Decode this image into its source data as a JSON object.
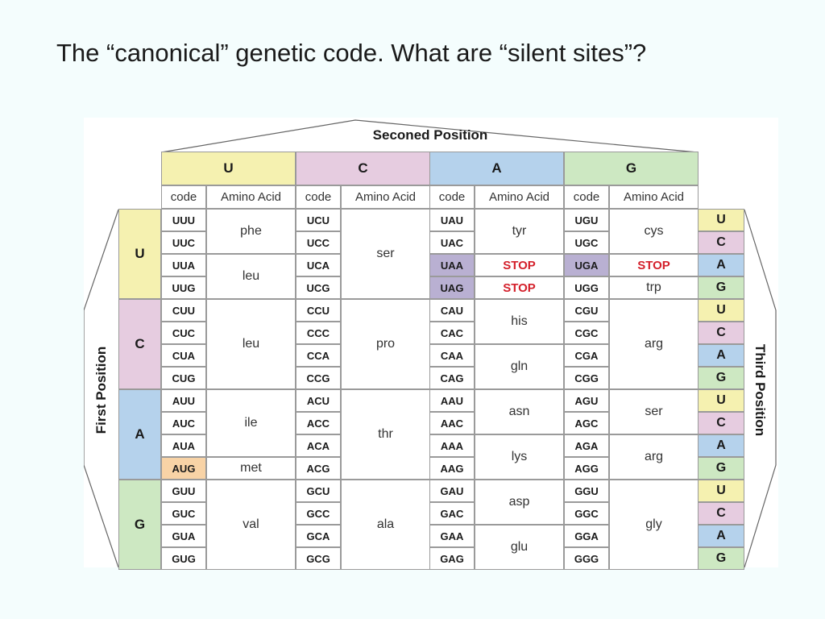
{
  "title": "The “canonical” genetic code. What are “silent sites”?",
  "labels": {
    "second_position": "Seconed Position",
    "first_position": "First Position",
    "third_position": "Third Position",
    "code_header": "code",
    "amino_header": "Amino Acid"
  },
  "bases": [
    "U",
    "C",
    "A",
    "G"
  ],
  "colors": {
    "U": "#f5f1b0",
    "C": "#e6cce0",
    "A": "#b5d2ec",
    "G": "#cde8c2",
    "stop_codon_bg": "#b9b0d2",
    "start_codon_bg": "#f8d3a6",
    "stop_text": "#d4202b"
  },
  "columns": [
    {
      "codons": [
        "UUU",
        "UUC",
        "UUA",
        "UUG",
        "CUU",
        "CUC",
        "CUA",
        "CUG",
        "AUU",
        "AUC",
        "AUA",
        "AUG",
        "GUU",
        "GUC",
        "GUA",
        "GUG"
      ],
      "aa": [
        {
          "label": "phe",
          "rows": 2
        },
        {
          "label": "leu",
          "rows": 2
        },
        {
          "label": "leu",
          "rows": 4
        },
        {
          "label": "ile",
          "rows": 3
        },
        {
          "label": "met",
          "rows": 1
        },
        {
          "label": "val",
          "rows": 4
        }
      ]
    },
    {
      "codons": [
        "UCU",
        "UCC",
        "UCA",
        "UCG",
        "CCU",
        "CCC",
        "CCA",
        "CCG",
        "ACU",
        "ACC",
        "ACA",
        "ACG",
        "GCU",
        "GCC",
        "GCA",
        "GCG"
      ],
      "aa": [
        {
          "label": "ser",
          "rows": 4
        },
        {
          "label": "pro",
          "rows": 4
        },
        {
          "label": "thr",
          "rows": 4
        },
        {
          "label": "ala",
          "rows": 4
        }
      ]
    },
    {
      "codons": [
        "UAU",
        "UAC",
        "UAA",
        "UAG",
        "CAU",
        "CAC",
        "CAA",
        "CAG",
        "AAU",
        "AAC",
        "AAA",
        "AAG",
        "GAU",
        "GAC",
        "GAA",
        "GAG"
      ],
      "aa": [
        {
          "label": "tyr",
          "rows": 2
        },
        {
          "label": "STOP",
          "rows": 1,
          "stop": true
        },
        {
          "label": "STOP",
          "rows": 1,
          "stop": true
        },
        {
          "label": "his",
          "rows": 2
        },
        {
          "label": "gln",
          "rows": 2
        },
        {
          "label": "asn",
          "rows": 2
        },
        {
          "label": "lys",
          "rows": 2
        },
        {
          "label": "asp",
          "rows": 2
        },
        {
          "label": "glu",
          "rows": 2
        }
      ]
    },
    {
      "codons": [
        "UGU",
        "UGC",
        "UGA",
        "UGG",
        "CGU",
        "CGC",
        "CGA",
        "CGG",
        "AGU",
        "AGC",
        "AGA",
        "AGG",
        "GGU",
        "GGC",
        "GGA",
        "GGG"
      ],
      "aa": [
        {
          "label": "cys",
          "rows": 2
        },
        {
          "label": "STOP",
          "rows": 1,
          "stop": true
        },
        {
          "label": "trp",
          "rows": 1
        },
        {
          "label": "arg",
          "rows": 4
        },
        {
          "label": "ser",
          "rows": 2
        },
        {
          "label": "arg",
          "rows": 2
        },
        {
          "label": "gly",
          "rows": 4
        }
      ]
    }
  ],
  "highlight_codons": {
    "UAA": "stop",
    "UAG": "stop",
    "UGA": "stop",
    "AUG": "start"
  }
}
